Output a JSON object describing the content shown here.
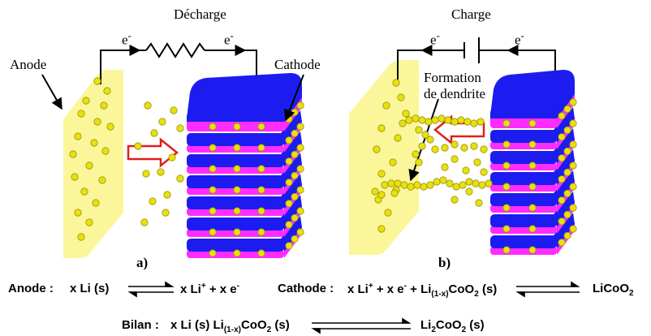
{
  "labels": {
    "decharge": "Décharge",
    "charge": "Charge",
    "anode": "Anode",
    "cathode": "Cathode",
    "formation_line1": "Formation",
    "formation_line2": "de dendrite",
    "electron": "e",
    "electron_sup": "-",
    "panel_a": "a)",
    "panel_b": "b)"
  },
  "equations": {
    "anode": {
      "label": "Anode :",
      "left": "x Li (s)",
      "right_1": "x Li",
      "right_sup": "+",
      "right_2": " + x e",
      "right_sup2": "-"
    },
    "cathode": {
      "label": "Cathode :",
      "left_1": "x Li",
      "left_sup": "+",
      "left_2": " + x e",
      "left_sup2": "-",
      "left_3": " + Li",
      "left_sub": "(1-x)",
      "left_4": "CoO",
      "left_sub2": "2",
      "left_5": " (s)",
      "right_1": "LiCoO",
      "right_sub": "2"
    },
    "bilan": {
      "label": "Bilan :",
      "left_1": "x Li (s) Li",
      "left_sub": "(1-x)",
      "left_2": "CoO",
      "left_sub2": "2",
      "left_3": " (s)",
      "right_1": "Li",
      "right_sub": "2",
      "right_2": "CoO",
      "right_sub2": "2",
      "right_3": " (s)"
    }
  },
  "colors": {
    "anode_fill": "#fbf69a",
    "cathode_blue": "#1c1cf0",
    "cathode_magenta": "#ff2cff",
    "ion_yellow": "#e8e010",
    "ion_edge": "#9a9400",
    "arrow_red": "#e02020"
  }
}
